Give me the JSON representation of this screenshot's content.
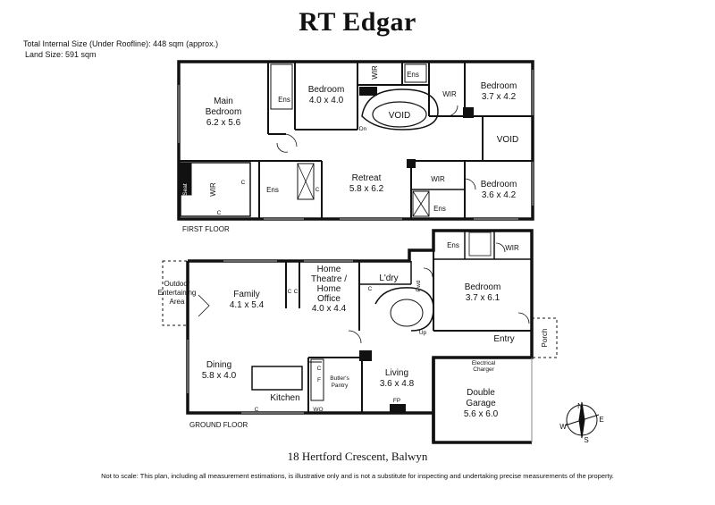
{
  "brand": "RT Edgar",
  "meta": {
    "internal_size": "Total Internal Size (Under Roofline): 448 sqm (approx.)",
    "land_size": "Land Size: 591 sqm"
  },
  "floors": {
    "first": "FIRST FLOOR",
    "ground": "GROUND FLOOR"
  },
  "first_floor_rooms": {
    "main_bedroom": [
      "Main",
      "Bedroom",
      "6.2 x 5.6"
    ],
    "bedroom1": [
      "Bedroom",
      "4.0 x 4.0"
    ],
    "bedroom2": [
      "Bedroom",
      "3.7 x 4.2"
    ],
    "bedroom3": [
      "Bedroom",
      "3.6 x 4.2"
    ],
    "retreat": [
      "Retreat",
      "5.8 x 6.2"
    ],
    "void_stair": "VOID",
    "void_right": "VOID",
    "ens_a": "Ens",
    "ens_b": "Ens",
    "ens_c": "Ens",
    "ens_d": "Ens",
    "wir_a": "WIR",
    "wir_b": "WIR",
    "wir_c": "WIR",
    "wir_d": "WIR",
    "seat": "Seat",
    "dn": "Dn",
    "c": "C"
  },
  "ground_floor_rooms": {
    "outdoor": [
      "Outdoor",
      "Entertaining",
      "Area"
    ],
    "family": [
      "Family",
      "4.1 x 5.4"
    ],
    "home_theatre": [
      "Home",
      "Theatre /",
      "Home",
      "Office",
      "4.0 x 4.4"
    ],
    "ldry": "L'dry",
    "pwd": "Pwd",
    "bedroom": [
      "Bedroom",
      "3.7 x 6.1"
    ],
    "ens": "Ens",
    "wir": "WIR",
    "up": "Up",
    "entry": "Entry",
    "porch": "Porch",
    "dining": [
      "Dining",
      "5.8 x 4.0"
    ],
    "kitchen": "Kitchen",
    "butlers": [
      "Butler's",
      "Pantry"
    ],
    "living": [
      "Living",
      "3.6 x 4.8"
    ],
    "fp": "FP",
    "garage": [
      "Double",
      "Garage",
      "5.6 x 6.0"
    ],
    "charger": [
      "Electrical",
      "Charger"
    ],
    "wo": "WO",
    "f": "F",
    "c": "C"
  },
  "compass": {
    "n": "N",
    "s": "S",
    "e": "E",
    "w": "W"
  },
  "address": "18 Hertford Crescent, Balwyn",
  "disclaimer": "Not to scale: This plan, including all measurement estimations, is illustrative only and is not a substitute for inspecting and undertaking precise measurements of the property."
}
